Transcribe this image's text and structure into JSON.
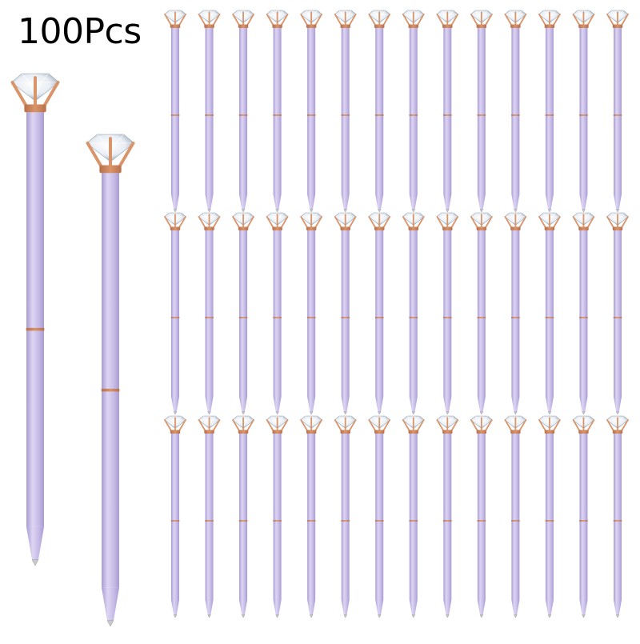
{
  "product": {
    "quantity_label": "100Pcs",
    "body_color": "#c6bbe6",
    "body_shade": "#a99bd3",
    "body_highlight": "#ddd5f3",
    "trim_color": "#d9946a",
    "trim_shade": "#b8704a",
    "gem_color": "#e9eef4",
    "gem_shade": "#9aa7b6"
  },
  "grid": {
    "rows": 3,
    "columns": 14
  },
  "icons": [
    "diamond-pen-icon"
  ]
}
